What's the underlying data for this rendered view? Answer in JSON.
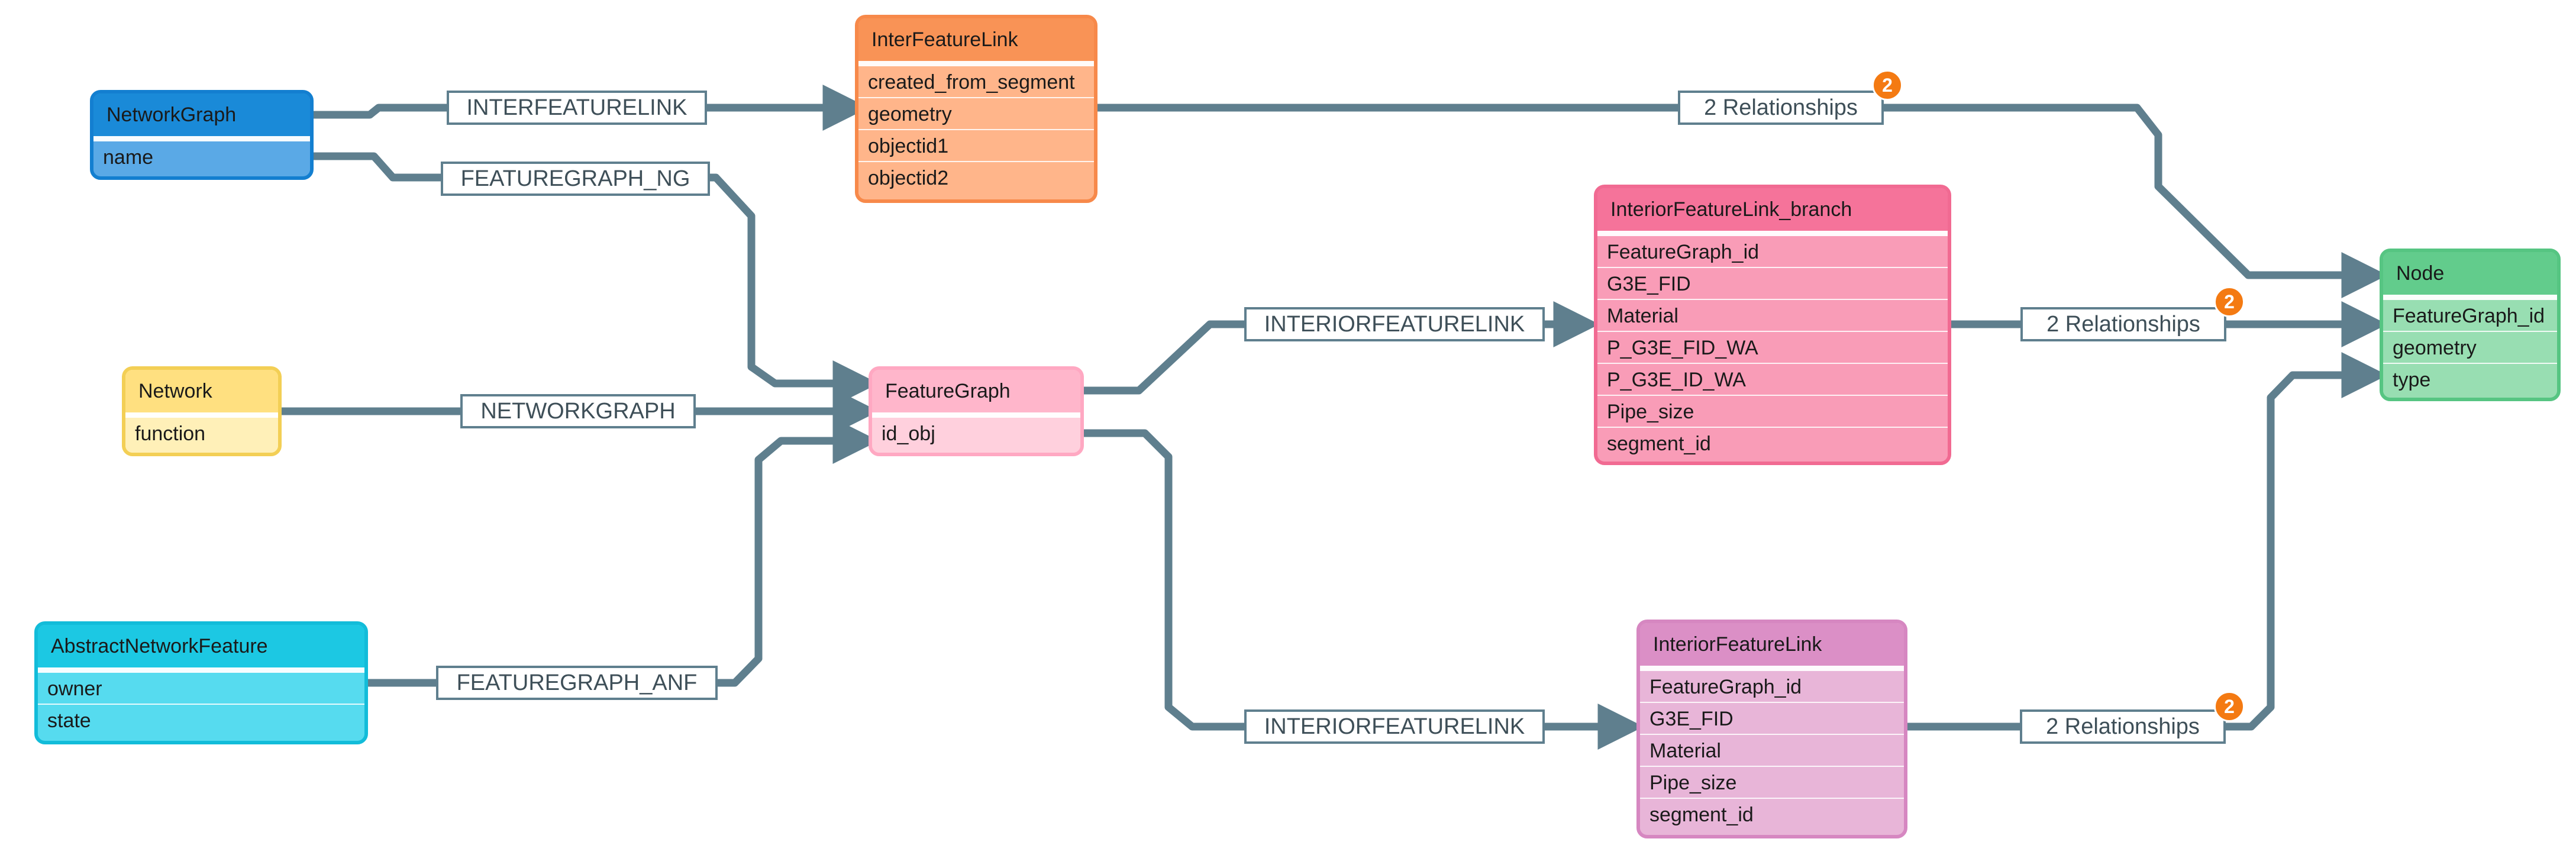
{
  "nodes": {
    "networkgraph": {
      "title": "NetworkGraph",
      "fields": [
        "name"
      ],
      "color": "#1a8ad8",
      "field_color": "#5aa9e6",
      "border": "#137fd0"
    },
    "network": {
      "title": "Network",
      "fields": [
        "function"
      ],
      "color": "#ffe080",
      "field_color": "#fff0b8",
      "border": "#f3cf55"
    },
    "abstractnetworkfeature": {
      "title": "AbstractNetworkFeature",
      "fields": [
        "owner",
        "state"
      ],
      "color": "#1cc8e3",
      "field_color": "#56dbef",
      "border": "#12bcd9"
    },
    "interfeaturelink": {
      "title": "InterFeatureLink",
      "fields": [
        "created_from_segment",
        "geometry",
        "objectid1",
        "objectid2"
      ],
      "color": "#f99356",
      "field_color": "#ffb58a",
      "border": "#f7894a"
    },
    "featuregraph": {
      "title": "FeatureGraph",
      "fields": [
        "id_obj"
      ],
      "color": "#ffb6cb",
      "field_color": "#ffd0dd",
      "border": "#ffa8c2"
    },
    "interiorfeaturelink_branch": {
      "title": "InteriorFeatureLink_branch",
      "fields": [
        "FeatureGraph_id",
        "G3E_FID",
        "Material",
        "P_G3E_FID_WA",
        "P_G3E_ID_WA",
        "Pipe_size",
        "segment_id"
      ],
      "color": "#f5739a",
      "field_color": "#f99cb7",
      "border": "#f16a92"
    },
    "interiorfeaturelink": {
      "title": "InteriorFeatureLink",
      "fields": [
        "FeatureGraph_id",
        "G3E_FID",
        "Material",
        "Pipe_size",
        "segment_id"
      ],
      "color": "#db8fc6",
      "field_color": "#e8b5d8",
      "border": "#d687c1"
    },
    "node": {
      "title": "Node",
      "fields": [
        "FeatureGraph_id",
        "geometry",
        "type"
      ],
      "color": "#62cc8c",
      "field_color": "#98deb2",
      "border": "#56c582"
    }
  },
  "edge_labels": {
    "interfeaturelink": "INTERFEATURELINK",
    "featuregraph_ng": "FEATUREGRAPH_NG",
    "networkgraph": "NETWORKGRAPH",
    "featuregraph_anf": "FEATUREGRAPH_ANF",
    "interiorfeaturelink_top": "INTERIORFEATURELINK",
    "interiorfeaturelink_bottom": "INTERIORFEATURELINK",
    "relationships_top": "2 Relationships",
    "relationships_mid": "2 Relationships",
    "relationships_bottom": "2 Relationships"
  },
  "badges": {
    "top": "2",
    "mid": "2",
    "bottom": "2"
  },
  "edge_color": "#5f7f8e"
}
